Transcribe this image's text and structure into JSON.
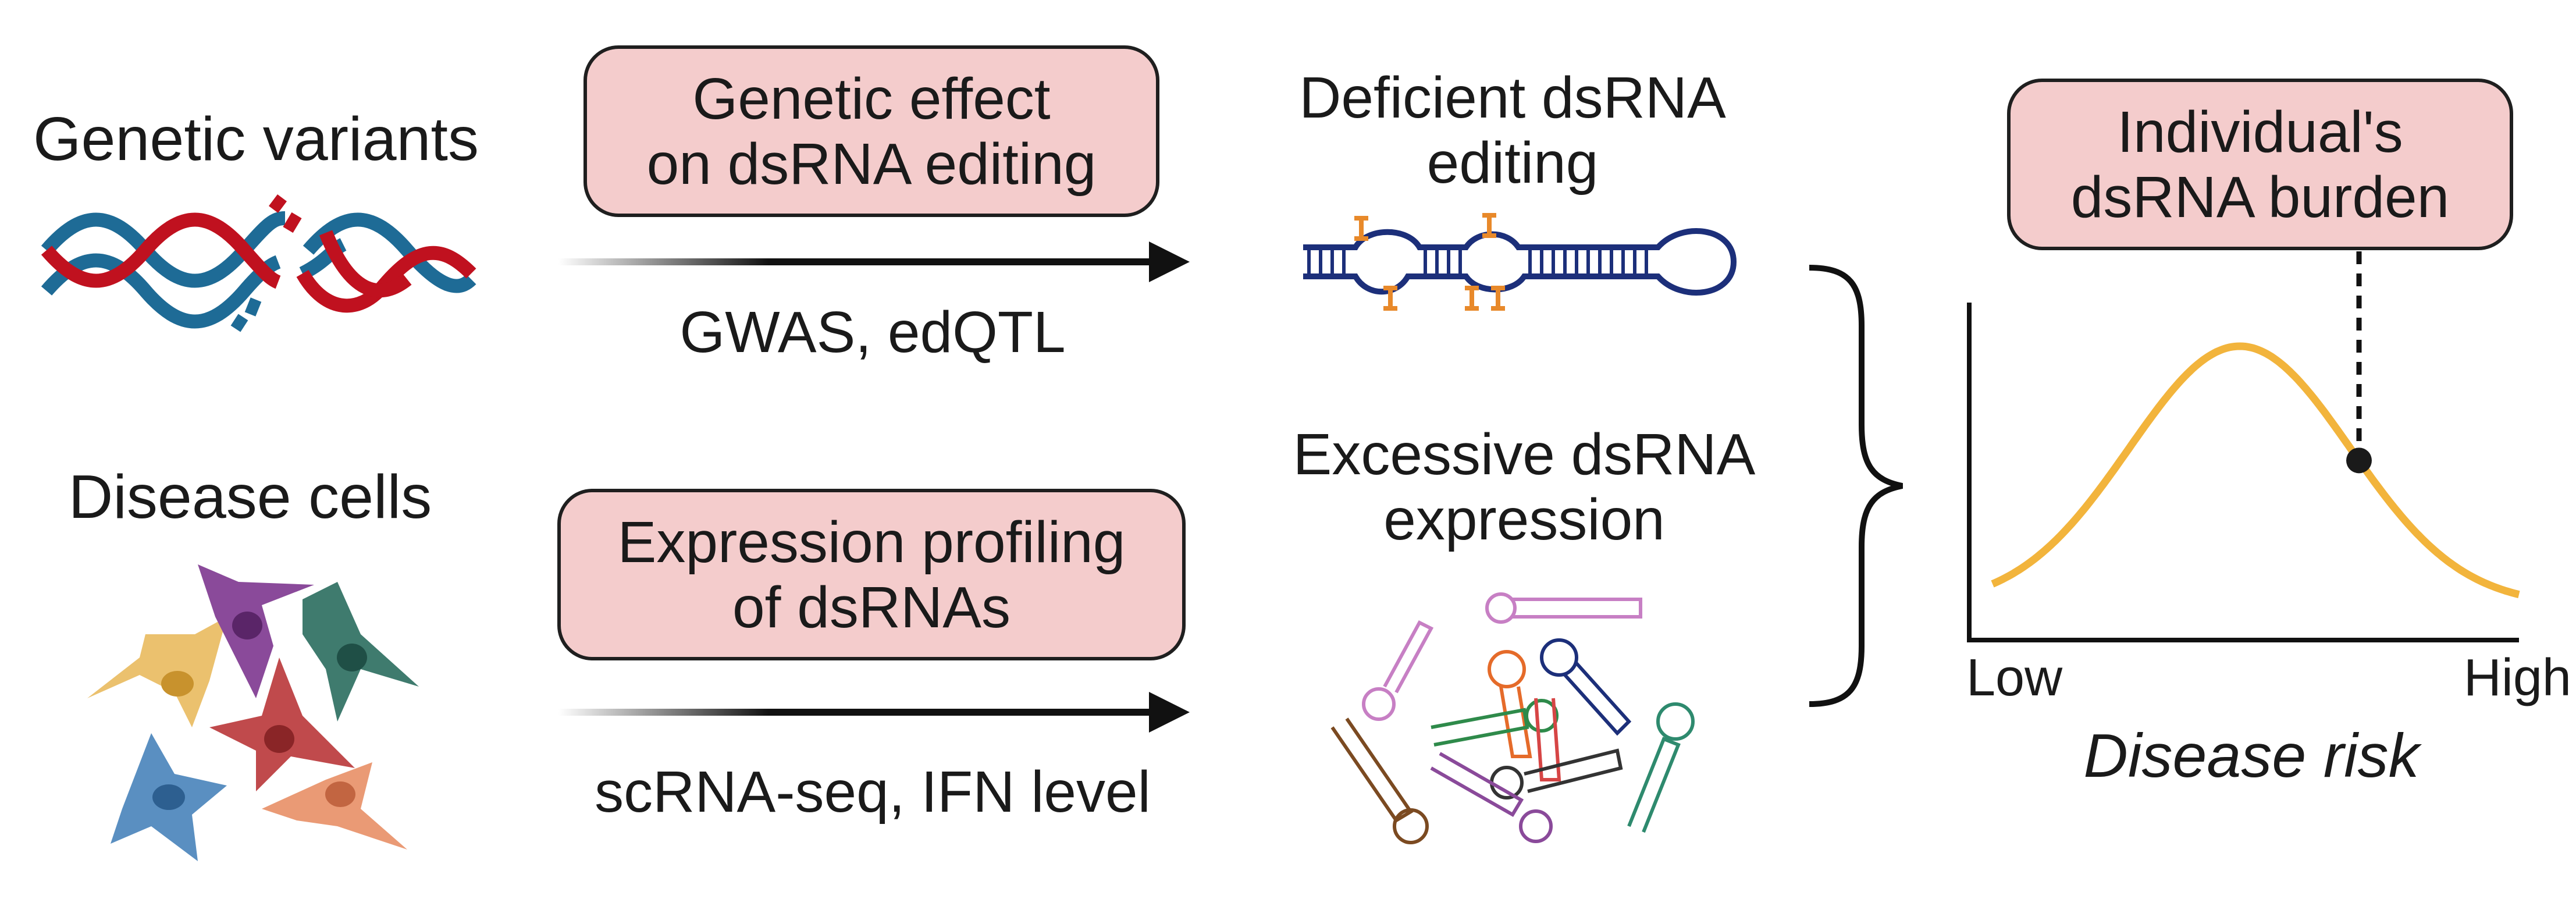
{
  "left": {
    "genetic_variants": "Genetic variants",
    "disease_cells": "Disease cells"
  },
  "arrows": {
    "top_box_line1": "Genetic effect",
    "top_box_line2": "on dsRNA editing",
    "top_method": "GWAS, edQTL",
    "bottom_box_line1": "Expression profiling",
    "bottom_box_line2": "of dsRNAs",
    "bottom_method": "scRNA-seq, IFN level"
  },
  "middle": {
    "deficient_line1": "Deficient dsRNA",
    "deficient_line2": "editing",
    "excessive_line1": "Excessive dsRNA",
    "excessive_line2": "expression"
  },
  "right": {
    "burden_line1": "Individual's",
    "burden_line2": "dsRNA burden"
  },
  "chart_data": {
    "type": "line",
    "title": "",
    "xlabel": "Disease risk",
    "ylabel": "",
    "x_tick_labels": [
      "Low",
      "High"
    ],
    "series": [
      {
        "name": "",
        "shape": "bell curve",
        "marked_point_position": "right slope",
        "color": "#f2b43c"
      }
    ],
    "grid": false
  },
  "colors": {
    "pill_fill": "#f4cccc",
    "dna_red": "#c0111f",
    "dna_blue": "#1e6b96",
    "curve": "#f2b43c",
    "rna_navy": "#1c2f7a",
    "edit_orange": "#e8892a"
  }
}
